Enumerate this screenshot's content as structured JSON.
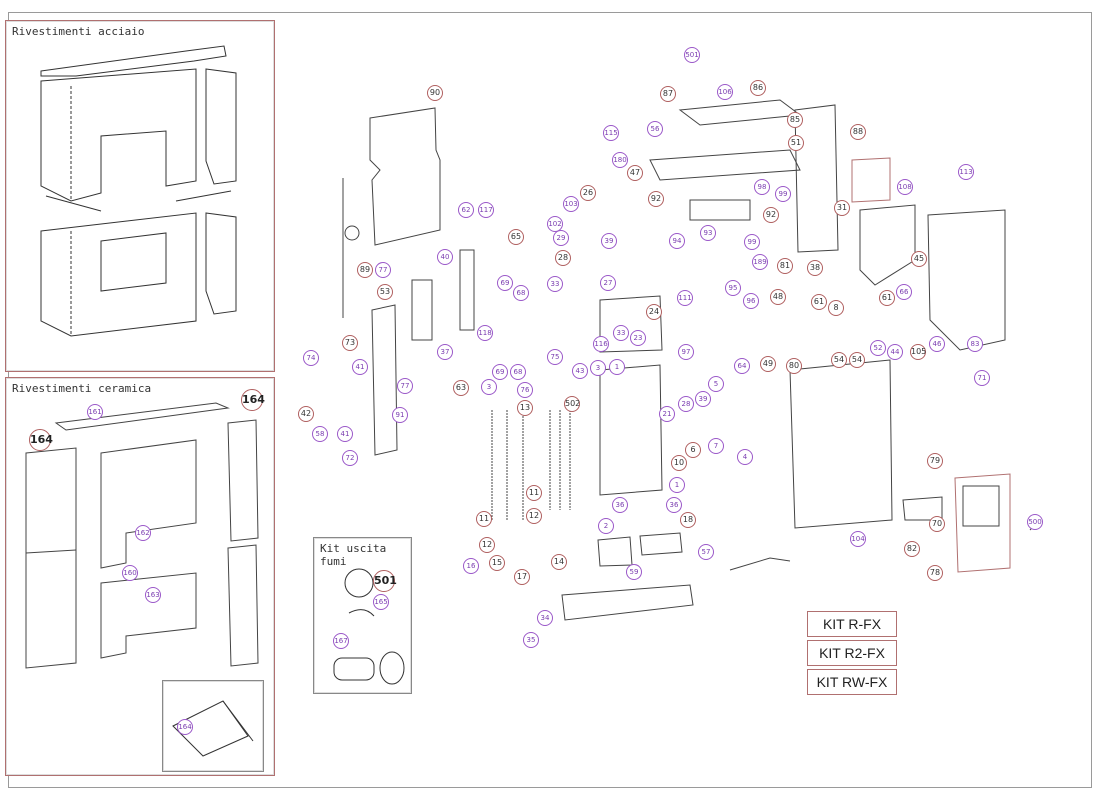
{
  "panels": {
    "steel_title": "Rivestimenti acciaio",
    "ceramic_title": "Rivestimenti ceramica",
    "kit_title": "Kit uscita fumi"
  },
  "kits": [
    "KIT R-FX",
    "KIT R2-FX",
    "KIT RW-FX"
  ],
  "callouts": [
    "90",
    "89",
    "77",
    "40",
    "62",
    "117",
    "65",
    "53",
    "69",
    "68",
    "33",
    "27",
    "24",
    "26",
    "103",
    "102",
    "29",
    "28",
    "39",
    "92",
    "92",
    "115",
    "56",
    "180",
    "47",
    "87",
    "501",
    "106",
    "86",
    "85",
    "51",
    "98",
    "99",
    "88",
    "108",
    "113",
    "31",
    "94",
    "93",
    "111",
    "99",
    "189",
    "95",
    "96",
    "81",
    "38",
    "61",
    "8",
    "61",
    "45",
    "66",
    "52",
    "44",
    "105",
    "46",
    "83",
    "71",
    "48",
    "49",
    "80",
    "54",
    "54",
    "64",
    "97",
    "5",
    "39",
    "28",
    "21",
    "7",
    "6",
    "10",
    "4",
    "116",
    "33",
    "23",
    "3",
    "1",
    "43",
    "75",
    "76",
    "502",
    "13",
    "1",
    "36",
    "36",
    "18",
    "2",
    "11",
    "11",
    "12",
    "12",
    "16",
    "15",
    "17",
    "14",
    "57",
    "59",
    "34",
    "35",
    "118",
    "37",
    "3",
    "69",
    "68",
    "63",
    "73",
    "74",
    "41",
    "42",
    "58",
    "41",
    "77",
    "91",
    "72",
    "104",
    "79",
    "70",
    "82",
    "78",
    "500",
    "161",
    "164",
    "164",
    "162",
    "160",
    "163",
    "164",
    "501",
    "165",
    "167"
  ],
  "colors": {
    "callout_purple": "#9b59c9",
    "callout_red": "#b06060",
    "kit_border": "#b07070"
  }
}
